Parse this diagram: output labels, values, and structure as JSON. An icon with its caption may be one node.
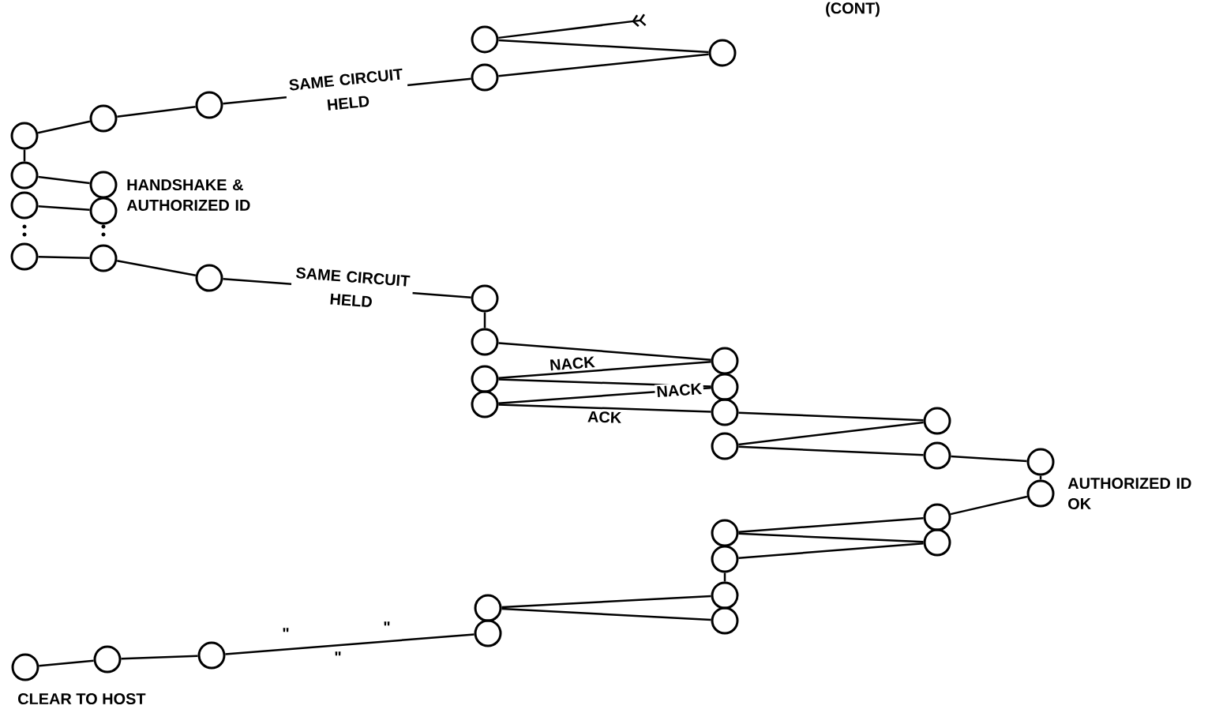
{
  "diagram": {
    "nodes": [
      {
        "text": [],
        "shape": "circle"
      },
      {
        "text": [],
        "shape": "circle"
      },
      {
        "text": [],
        "shape": "circle"
      },
      {
        "text": [],
        "shape": "circle"
      },
      {
        "text": [],
        "shape": "circle"
      },
      {
        "text": [],
        "shape": "circle"
      },
      {
        "text": [],
        "shape": "circle"
      },
      {
        "text": [],
        "shape": "circle"
      },
      {
        "text": [],
        "shape": "circle"
      },
      {
        "text": [],
        "shape": "circle"
      },
      {
        "text": [],
        "shape": "circle"
      },
      {
        "text": [],
        "shape": "circle"
      },
      {
        "text": [],
        "shape": "circle"
      },
      {
        "text": [],
        "shape": "circle"
      },
      {
        "text": [],
        "shape": "circle"
      },
      {
        "text": [],
        "shape": "circle"
      },
      {
        "text": [],
        "shape": "circle"
      },
      {
        "text": [],
        "shape": "circle"
      },
      {
        "text": [],
        "shape": "circle"
      },
      {
        "text": [],
        "shape": "circle"
      },
      {
        "text": [],
        "shape": "circle"
      },
      {
        "text": [],
        "shape": "circle"
      },
      {
        "text": [],
        "shape": "circle"
      },
      {
        "text": [],
        "shape": "circle"
      },
      {
        "text": [],
        "shape": "circle"
      },
      {
        "text": [],
        "shape": "circle"
      },
      {
        "text": [],
        "shape": "circle"
      },
      {
        "text": [],
        "shape": "circle"
      },
      {
        "text": [],
        "shape": "circle"
      },
      {
        "text": [],
        "shape": "circle"
      },
      {
        "text": [],
        "shape": "circle"
      },
      {
        "text": [],
        "shape": "circle"
      },
      {
        "text": [],
        "shape": "circle"
      },
      {
        "text": [],
        "shape": "circle"
      },
      {
        "text": [],
        "shape": "circle"
      },
      {
        "text": [],
        "shape": "circle"
      }
    ],
    "edges": [
      {
        "from": 0,
        "to": null,
        "arrow": "other"
      },
      {
        "from": 0,
        "to": 1,
        "arrow": "none"
      },
      {
        "from": 1,
        "to": 2,
        "arrow": "none"
      },
      {
        "from": 2,
        "to": 5,
        "arrow": "none",
        "label": "SAME CIRCUIT HELD"
      },
      {
        "from": 5,
        "to": 4,
        "arrow": "none"
      },
      {
        "from": 4,
        "to": 3,
        "arrow": "none"
      },
      {
        "from": 3,
        "to": 6,
        "arrow": "none"
      },
      {
        "from": 6,
        "to": 7,
        "arrow": "none"
      },
      {
        "from": 8,
        "to": 9,
        "arrow": "none"
      },
      {
        "from": 10,
        "to": 11,
        "arrow": "none"
      },
      {
        "from": 11,
        "to": 12,
        "arrow": "none"
      },
      {
        "from": 12,
        "to": 13,
        "arrow": "none",
        "label": "SAME CIRCUIT HELD"
      },
      {
        "from": 13,
        "to": 14,
        "arrow": "none"
      },
      {
        "from": 14,
        "to": 15,
        "arrow": "none"
      },
      {
        "from": 15,
        "to": 16,
        "arrow": "none",
        "label": "NACK"
      },
      {
        "from": 16,
        "to": 17,
        "arrow": "none"
      },
      {
        "from": 17,
        "to": 18,
        "arrow": "none",
        "label": "NACK"
      },
      {
        "from": 18,
        "to": 19,
        "arrow": "none",
        "label": "ACK"
      },
      {
        "from": 19,
        "to": 21,
        "arrow": "none"
      },
      {
        "from": 21,
        "to": 20,
        "arrow": "none"
      },
      {
        "from": 20,
        "to": 22,
        "arrow": "none"
      },
      {
        "from": 22,
        "to": 23,
        "arrow": "none"
      },
      {
        "from": 23,
        "to": 24,
        "arrow": "none"
      },
      {
        "from": 24,
        "to": 27,
        "arrow": "none"
      },
      {
        "from": 27,
        "to": 25,
        "arrow": "none"
      },
      {
        "from": 25,
        "to": 28,
        "arrow": "none"
      },
      {
        "from": 28,
        "to": 26,
        "arrow": "none"
      },
      {
        "from": 26,
        "to": 29,
        "arrow": "none"
      },
      {
        "from": 29,
        "to": 31,
        "arrow": "none"
      },
      {
        "from": 31,
        "to": 30,
        "arrow": "none"
      },
      {
        "from": 32,
        "to": 35,
        "arrow": "none"
      },
      {
        "from": 35,
        "to": 34,
        "arrow": "none"
      },
      {
        "from": 34,
        "to": 33,
        "arrow": "none"
      }
    ],
    "labels": [
      "(CONT)",
      "HANDSHAKE & AUTHORIZED ID",
      "AUTHORIZED ID OK",
      "\"",
      "\"",
      "\"",
      "CLEAR TO HOST"
    ]
  }
}
